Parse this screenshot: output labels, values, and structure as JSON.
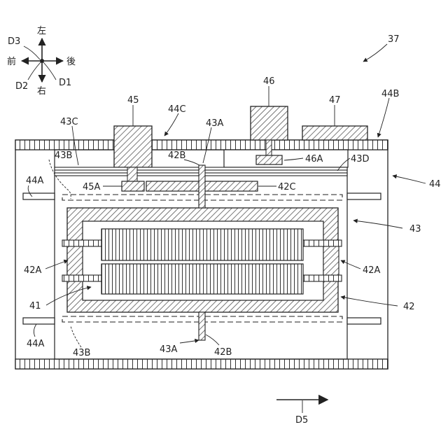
{
  "directions": {
    "up": "左",
    "down": "右",
    "left": "前",
    "right": "後",
    "d1": "D1",
    "d2": "D2",
    "d3": "D3"
  },
  "labels": {
    "n37": "37",
    "n44": "44",
    "n44a_top": "44A",
    "n44a_bottom": "44A",
    "n44b": "44B",
    "n44c": "44C",
    "n45": "45",
    "n45a": "45A",
    "n46": "46",
    "n46a": "46A",
    "n47": "47",
    "n43": "43",
    "n43a_top": "43A",
    "n43a_bottom": "43A",
    "n43b_top": "43B",
    "n43b_bottom": "43B",
    "n43c": "43C",
    "n43d": "43D",
    "n42": "42",
    "n42a_left": "42A",
    "n42a_right": "42A",
    "n42b_top": "42B",
    "n42b_bottom": "42B",
    "n42c": "42C",
    "n41": "41",
    "d5": "D5"
  }
}
